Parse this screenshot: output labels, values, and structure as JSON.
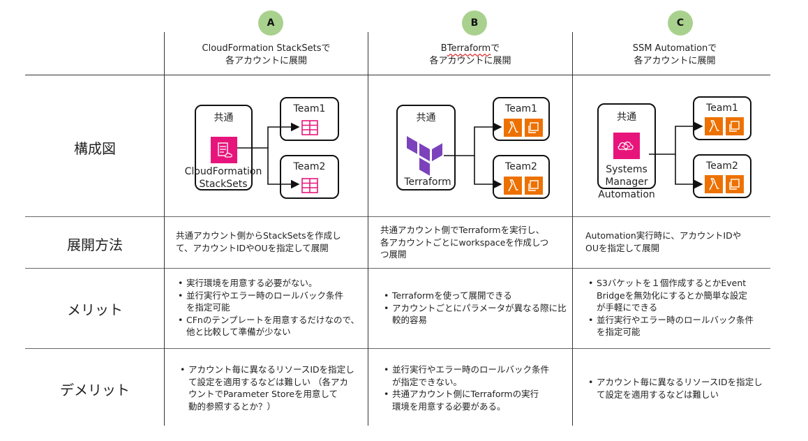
{
  "columns": [
    {
      "badge": "A",
      "heading": [
        "CloudFormation StackSetsで",
        "各アカウントに展開"
      ]
    },
    {
      "badge": "B",
      "heading_prefix": "B",
      "heading_wavy": "Terraform",
      "heading_suffix": "で",
      "heading_line2": "各アカウントに展開"
    },
    {
      "badge": "C",
      "heading": [
        "SSM Automationで",
        "各アカウントに展開"
      ]
    }
  ],
  "rows": {
    "diagram": "構成図",
    "method": "展開方法",
    "merit": "メリット",
    "demerit": "デメリット"
  },
  "diagram": {
    "a": {
      "common": "共通",
      "label": [
        "CloudFormation",
        "StackSets"
      ],
      "team1": "Team1",
      "team2": "Team2"
    },
    "b": {
      "common": "共通",
      "label": "Terraform",
      "team1": "Team1",
      "team2": "Team2"
    },
    "c": {
      "common": "共通",
      "label": [
        "Systems",
        "Manager",
        "Automation"
      ],
      "team1": "Team1",
      "team2": "Team2"
    }
  },
  "method": {
    "a": [
      "共通アカウント側からStackSetsを作成し",
      "て、アカウントIDやOUを指定して展開"
    ],
    "b": [
      "共通アカウント側でTerraformを実行し、",
      "各アカウントごとにworkspaceを作成しつ",
      "つ展開"
    ],
    "c": [
      "Automation実行時に、アカウントIDや",
      "OUを指定して展開"
    ]
  },
  "merit": {
    "a": [
      [
        "実行環境を用意する必要がない。"
      ],
      [
        "並行実行やエラー時のロールバック条件",
        "を指定可能"
      ],
      [
        "CFnのテンプレートを用意するだけなので、",
        "他と比較して準備が少ない"
      ]
    ],
    "b": [
      [
        "Terraformを使って展開できる"
      ],
      [
        "アカウントごとにパラメータが異なる際に比",
        "較的容易"
      ]
    ],
    "c": [
      [
        "S3バケットを１個作成するとかEvent",
        "Bridgeを無効化にするとか簡単な設定",
        "が手軽にできる"
      ],
      [
        "並行実行やエラー時のロールバック条件",
        "を指定可能"
      ]
    ]
  },
  "demerit": {
    "a": [
      [
        "アカウント毎に異なるリソースIDを指定し",
        "て設定を適用するなどは難しい （各アカ",
        "ウントでParameter Storeを用意して",
        "動的参照するとか？）"
      ]
    ],
    "b": [
      [
        "並行実行やエラー時のロールバック条件",
        "が指定できない。"
      ],
      [
        "共通アカウント側にTerraformの実行",
        "環境を用意する必要がある。"
      ]
    ],
    "c": [
      [
        "アカウント毎に異なるリソースIDを指定し",
        "て設定を適用するなどは難しい"
      ]
    ]
  },
  "colors": {
    "badge": "#a9d18e",
    "pink": "#e7157b",
    "orange": "#ed7100",
    "terraform": "#7b42bc"
  }
}
